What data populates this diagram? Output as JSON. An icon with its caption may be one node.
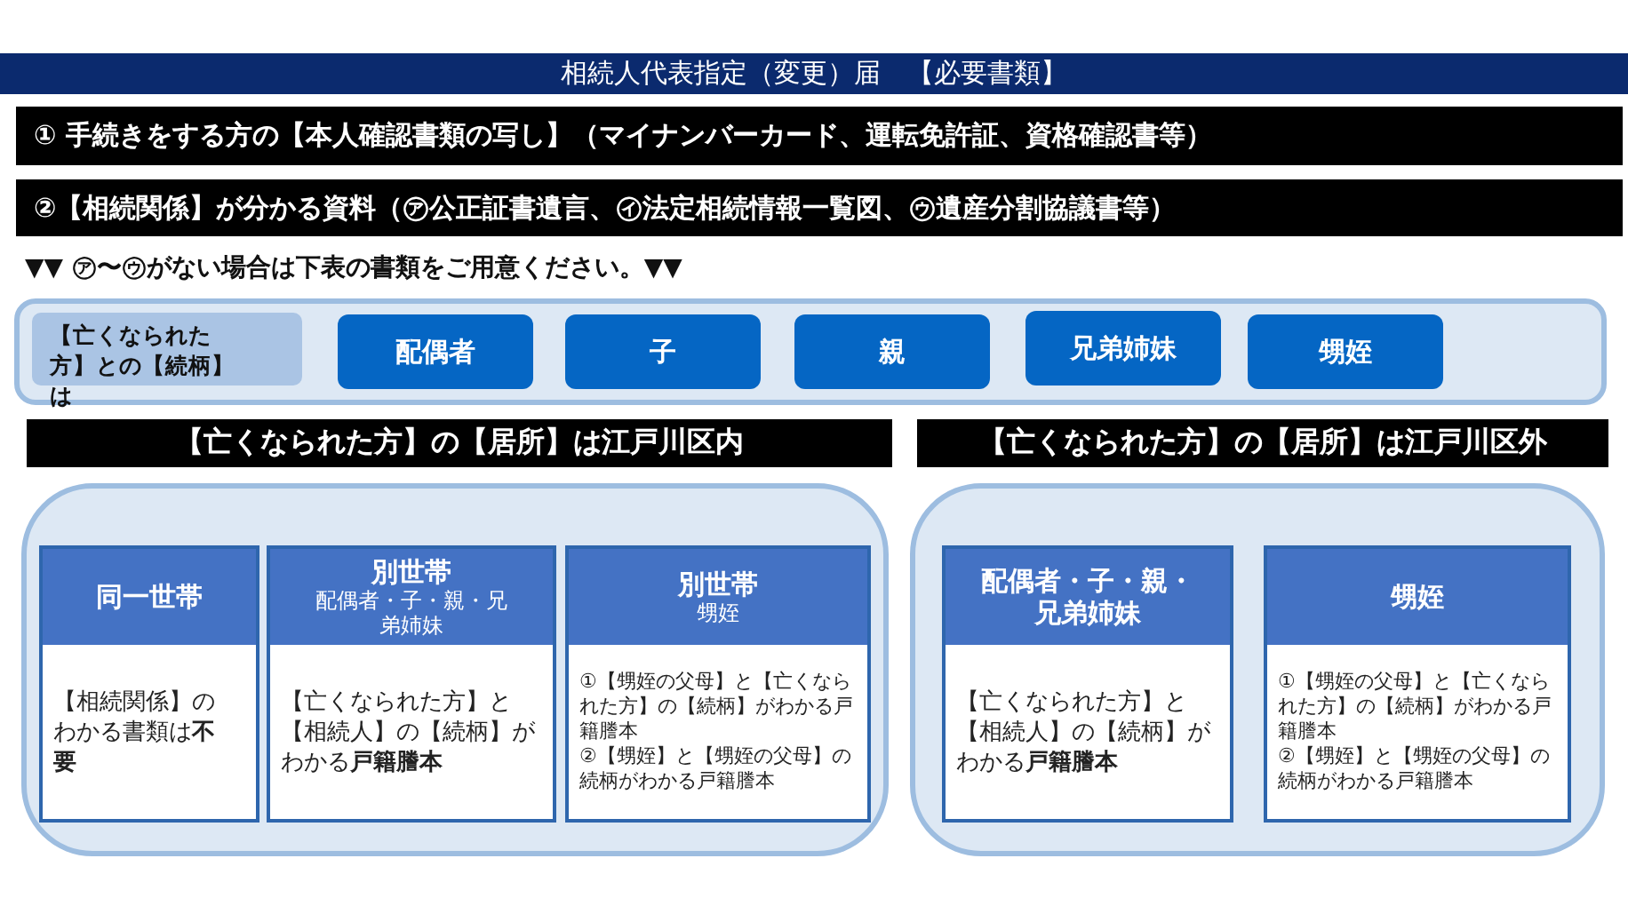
{
  "diagram": {
    "title": "相続人代表指定（変更）届　【必要書類】",
    "nodes": [
      {
        "text": [
          "① 手続きをする方の【本人確認書類の写し】（マイナンバーカード、運転免許証、資格確認書等）"
        ]
      },
      {
        "text": [
          "②【相続関係】が分かる資料（㋐公正証書遺言、㋑法定相続情報一覧図、㋒遺産分割協議書等）"
        ]
      },
      {
        "text": [],
        "shape": "box"
      },
      {
        "text": [
          "【亡くなられた方】との【続柄】は"
        ],
        "in": 2
      },
      {
        "text": [
          "配偶者"
        ],
        "in": 2
      },
      {
        "text": [
          "子"
        ],
        "in": 2
      },
      {
        "text": [
          "親"
        ],
        "in": 2
      },
      {
        "text": [
          "兄弟姉妹"
        ],
        "in": 2
      },
      {
        "text": [
          "甥姪"
        ],
        "in": 2
      },
      {
        "text": [
          "【亡くなられた方】の【居所】は江戸川区内"
        ]
      },
      {
        "text": [
          "【亡くなられた方】の【居所】は江戸川区外"
        ]
      },
      {
        "text": [],
        "shape": "box"
      },
      {
        "text": [
          "同一世帯",
          "【相続関係】のわかる書類は**不要**"
        ],
        "in": 11
      },
      {
        "text": [
          "別世帯",
          "配偶者・子・親・兄弟姉妹",
          "【亡くなられた方】と【相続人】の【続柄】がわかる**戸籍謄本**"
        ],
        "in": 11
      },
      {
        "text": [
          "別世帯",
          "甥姪",
          "①【甥姪の父母】と【亡くなられた方】の【続柄】がわかる戸籍謄本",
          "②【甥姪】と【甥姪の父母】の続柄がわかる戸籍謄本"
        ],
        "in": 11
      },
      {
        "text": [],
        "shape": "box"
      },
      {
        "text": [
          "配偶者・子・親・兄弟姉妹",
          "【亡くなられた方】と【相続人】の【続柄】がわかる**戸籍謄本**"
        ],
        "in": 15
      },
      {
        "text": [
          "甥姪",
          "①【甥姪の父母】と【亡くなられた方】の【続柄】がわかる戸籍謄本",
          "②【甥姪】と【甥姪の父母】の続柄がわかる戸籍謄本"
        ],
        "in": 15
      }
    ],
    "labels": [
      "▼▼ ㋐〜㋒がない場合は下表の書類をご用意ください。▼▼"
    ]
  }
}
